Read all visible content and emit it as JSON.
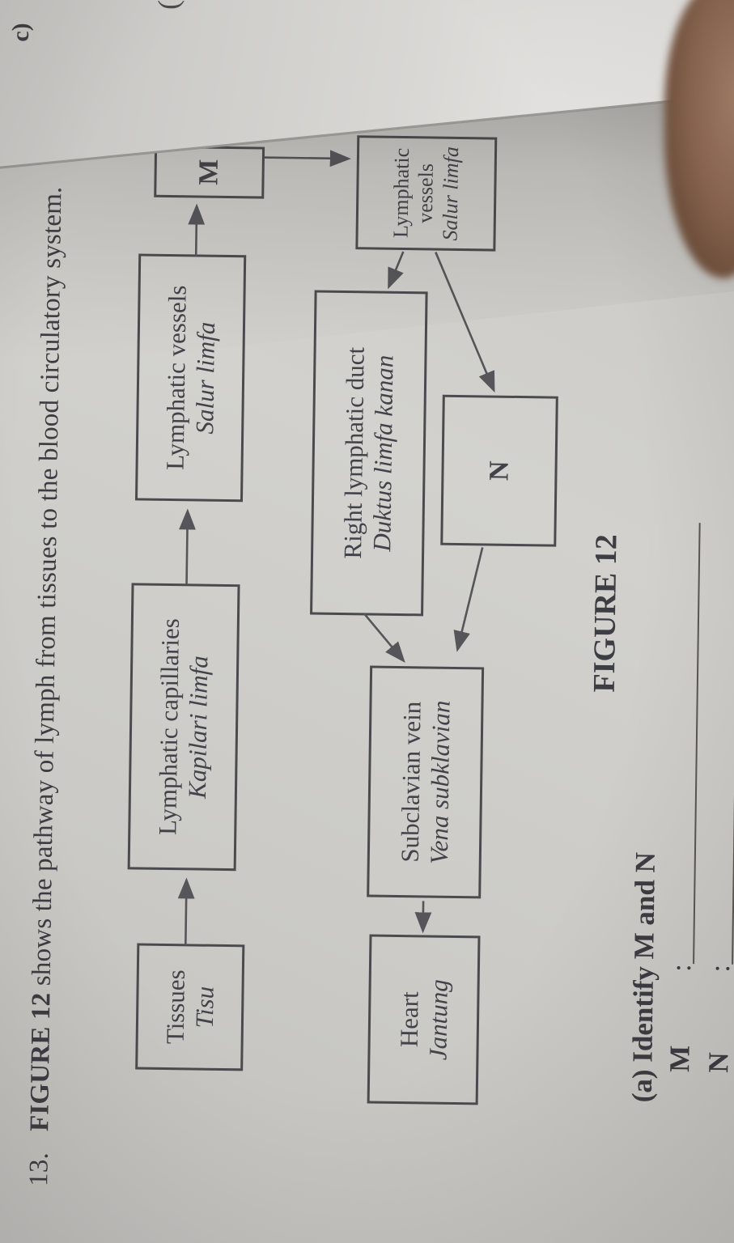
{
  "photo": {
    "corner_label": "c)",
    "edge_partial_char": "("
  },
  "question": {
    "number": "13.",
    "figure_ref": "FIGURE 12",
    "text": "shows the pathway of lymph from tissues to the blood circulatory system."
  },
  "figure": {
    "caption": "FIGURE 12",
    "flowchart": {
      "boxes": [
        {
          "id": "tissues",
          "en": "Tissues",
          "ms": "Tisu"
        },
        {
          "id": "lymphatic-capillaries",
          "en": "Lymphatic capillaries",
          "ms": "Kapilari limfa"
        },
        {
          "id": "lymphatic-vessels-1",
          "en": "Lymphatic vessels",
          "ms": "Salur limfa"
        },
        {
          "id": "label-m",
          "en": "M",
          "ms": ""
        },
        {
          "id": "lymphatic-vessels-2",
          "en": "Lymphatic vessels",
          "ms": "Salur limfa"
        },
        {
          "id": "right-lymphatic-duct",
          "en": "Right lymphatic duct",
          "ms": "Duktus limfa kanan"
        },
        {
          "id": "label-n",
          "en": "N",
          "ms": ""
        },
        {
          "id": "subclavian-vein",
          "en": "Subclavian vein",
          "ms": "Vena subklavian"
        },
        {
          "id": "heart",
          "en": "Heart",
          "ms": "Jantung"
        }
      ],
      "edges": [
        {
          "from": "Tissues",
          "to": "Lymphatic capillaries"
        },
        {
          "from": "Lymphatic capillaries",
          "to": "Lymphatic vessels"
        },
        {
          "from": "Lymphatic vessels",
          "to": "M"
        },
        {
          "from": "M",
          "to": "Lymphatic vessels (2)"
        },
        {
          "from": "Lymphatic vessels (2)",
          "to": "Right lymphatic duct"
        },
        {
          "from": "Lymphatic vessels (2)",
          "to": "N"
        },
        {
          "from": "Right lymphatic duct",
          "to": "Subclavian vein"
        },
        {
          "from": "N",
          "to": "Subclavian vein"
        },
        {
          "from": "Subclavian vein",
          "to": "Heart"
        }
      ]
    }
  },
  "subquestion": {
    "text": "(a) Identify  M and N"
  },
  "answers": {
    "m_label": "M",
    "m_colon": ":",
    "n_label": "N",
    "n_colon": ":"
  },
  "colors": {
    "ink": "#3f3f45",
    "paper": "#cbcac6",
    "box_border": "#4b4b4f"
  }
}
